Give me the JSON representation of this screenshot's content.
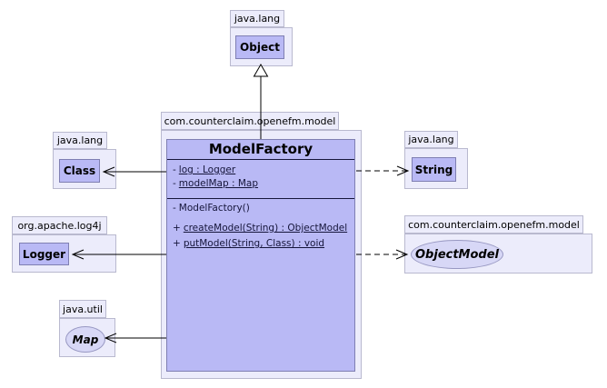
{
  "diagram": {
    "kind": "uml-class-diagram",
    "colors": {
      "package_fill": "#ececfb",
      "package_border": "#b9b9cf",
      "class_fill": "#b9b9f5",
      "class_border": "#7f7fb2",
      "interface_fill": "#d7d7f6",
      "interface_border": "#9898c2",
      "member_text": "#15153a",
      "edge": "#000000",
      "background": "#ffffff"
    },
    "packages": {
      "java_lang_top": {
        "name": "java.lang"
      },
      "java_lang_left": {
        "name": "java.lang"
      },
      "java_lang_right": {
        "name": "java.lang"
      },
      "log4j": {
        "name": "org.apache.log4j"
      },
      "java_util": {
        "name": "java.util"
      },
      "model_main": {
        "name": "com.counterclaim.openefm.model"
      },
      "model_right": {
        "name": "com.counterclaim.openefm.model"
      }
    },
    "classes": {
      "object": "Object",
      "class_": "Class",
      "logger": "Logger",
      "string": "String",
      "map": "Map",
      "object_model": "ObjectModel"
    },
    "main_class": {
      "name": "ModelFactory",
      "attributes": [
        {
          "prefix": "-",
          "text": "log : Logger",
          "static": true
        },
        {
          "prefix": "-",
          "text": "modelMap : Map",
          "static": true
        }
      ],
      "methods": [
        {
          "prefix": "-",
          "text": "ModelFactory()",
          "static": false
        },
        {
          "prefix": "+",
          "text": "createModel(String) : ObjectModel",
          "static": true
        },
        {
          "prefix": "+",
          "text": "putModel(String, Class) : void",
          "static": true
        }
      ]
    },
    "relations": [
      {
        "from": "ModelFactory",
        "to": "Object",
        "type": "generalization",
        "line": "solid",
        "arrowhead": "hollow-triangle"
      },
      {
        "from": "ModelFactory",
        "to": "Class",
        "type": "association",
        "line": "solid",
        "arrowhead": "open"
      },
      {
        "from": "ModelFactory",
        "to": "Logger",
        "type": "association",
        "line": "solid",
        "arrowhead": "open"
      },
      {
        "from": "ModelFactory",
        "to": "Map",
        "type": "association",
        "line": "solid",
        "arrowhead": "open"
      },
      {
        "from": "ModelFactory",
        "to": "String",
        "type": "dependency",
        "line": "dashed",
        "arrowhead": "open"
      },
      {
        "from": "ModelFactory",
        "to": "ObjectModel",
        "type": "dependency",
        "line": "dashed",
        "arrowhead": "open"
      }
    ]
  }
}
